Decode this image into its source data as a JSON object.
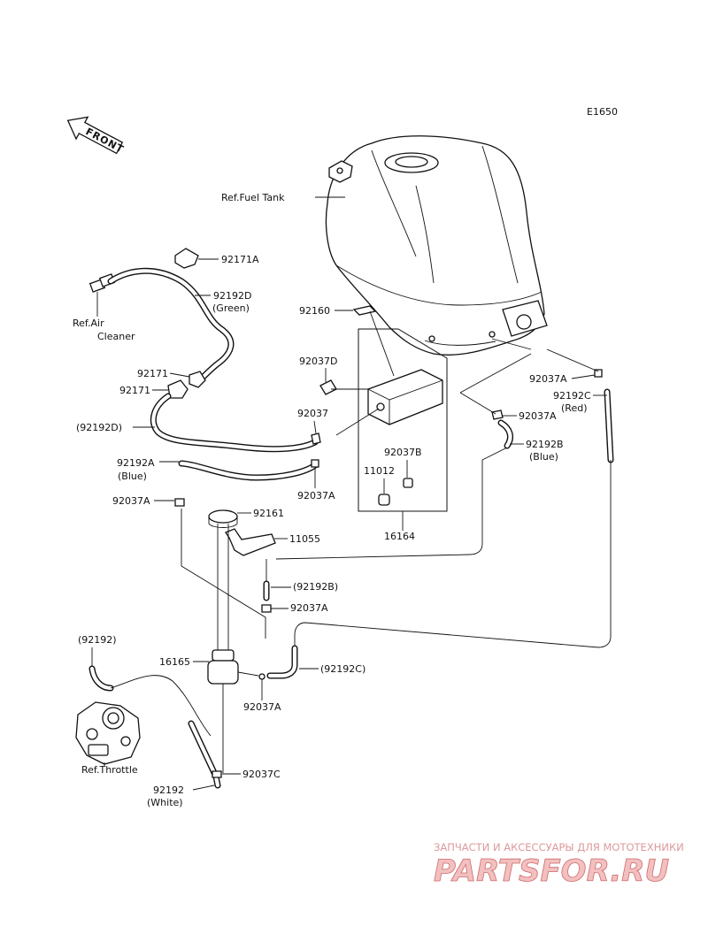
{
  "diagram": {
    "code": "E1650",
    "front_label": "FRONT",
    "references": {
      "fuel_tank": "Ref.Fuel Tank",
      "air_cleaner_1": "Ref.Air",
      "air_cleaner_2": "Cleaner",
      "throttle": "Ref.Throttle"
    },
    "labels": {
      "p92171A": "92171A",
      "p92192D": "92192D",
      "p92192D_color": "(Green)",
      "p92171_a": "92171",
      "p92171_b": "92171",
      "p92192D_paren": "(92192D)",
      "p92192A": "92192A",
      "p92192A_color": "(Blue)",
      "p92037A_left": "92037A",
      "p92160": "92160",
      "p92037D": "92037D",
      "p92037": "92037",
      "p92037A_mid": "92037A",
      "p92037B": "92037B",
      "p11012": "11012",
      "p16164": "16164",
      "p92161": "92161",
      "p11055": "11055",
      "p92037A_right1": "92037A",
      "p92192C": "92192C",
      "p92192C_color": "(Red)",
      "p92037A_right2": "92037A",
      "p92192B": "92192B",
      "p92192B_color": "(Blue)",
      "p92192B_paren": "(92192B)",
      "p92037A_low": "92037A",
      "p92192_paren": "(92192)",
      "p16165": "16165",
      "p92192C_paren": "(92192C)",
      "p92037A_bottom": "92037A",
      "p92037C": "92037C",
      "p92192": "92192",
      "p92192_color": "(White)"
    }
  },
  "watermark": {
    "tagline": "ЗАПЧАСТИ И АКСЕССУАРЫ ДЛЯ МОТОТЕХНИКИ",
    "logo": "PARTSFOR.RU"
  }
}
